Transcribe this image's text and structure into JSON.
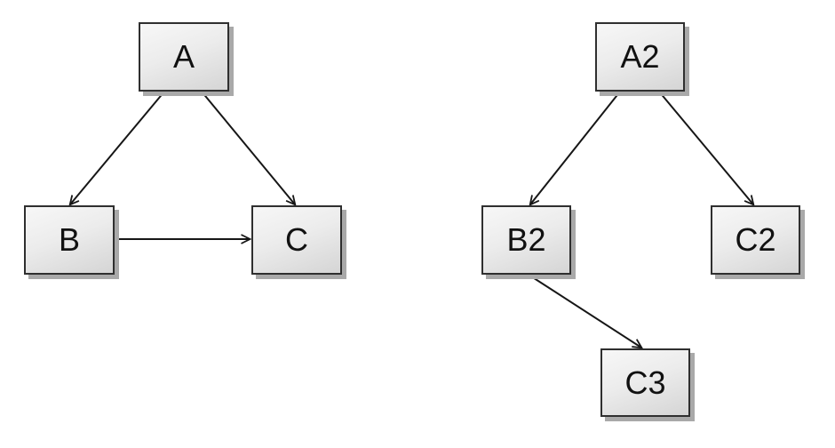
{
  "diagram": {
    "description": "Two directed graphs drawn side by side on a white background",
    "node_style": {
      "fill_top": "#f7f7f7",
      "fill_bottom": "#d5d5d5",
      "border_color": "#2f2f2f",
      "shadow_color": "#a9a9a9",
      "text_color": "#111111"
    },
    "edge_color": "#161616",
    "nodes": [
      {
        "id": "A",
        "label": "A"
      },
      {
        "id": "B",
        "label": "B"
      },
      {
        "id": "C",
        "label": "C"
      },
      {
        "id": "A2",
        "label": "A2"
      },
      {
        "id": "B2",
        "label": "B2"
      },
      {
        "id": "C2",
        "label": "C2"
      },
      {
        "id": "C3",
        "label": "C3"
      }
    ],
    "edges": [
      {
        "from": "A",
        "to": "B"
      },
      {
        "from": "A",
        "to": "C"
      },
      {
        "from": "B",
        "to": "C"
      },
      {
        "from": "A2",
        "to": "B2"
      },
      {
        "from": "A2",
        "to": "C2"
      },
      {
        "from": "B2",
        "to": "C3"
      }
    ],
    "graphs": [
      {
        "name": "left-graph",
        "nodes": [
          "A",
          "B",
          "C"
        ]
      },
      {
        "name": "right-graph",
        "nodes": [
          "A2",
          "B2",
          "C2",
          "C3"
        ]
      }
    ]
  }
}
